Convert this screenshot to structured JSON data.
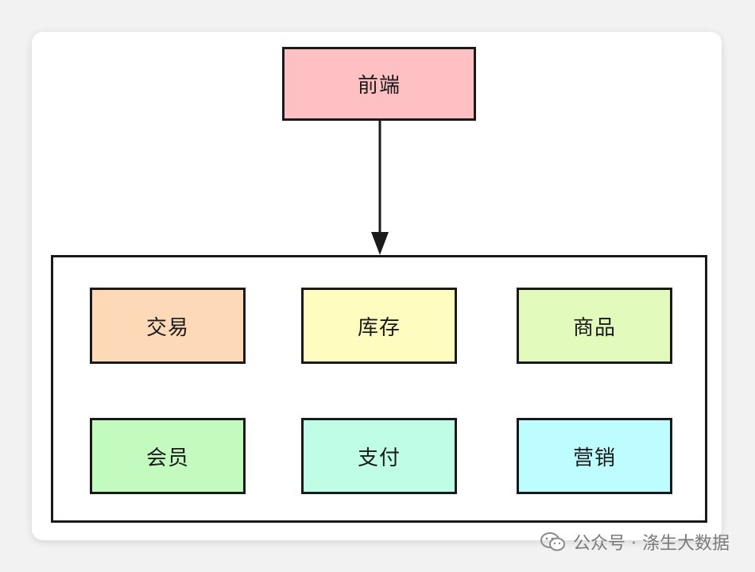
{
  "diagram": {
    "top_node": {
      "label": "前端",
      "color": "#ffc0c4"
    },
    "services": [
      {
        "label": "交易",
        "color": "#fdd9b8"
      },
      {
        "label": "库存",
        "color": "#fffcbf"
      },
      {
        "label": "商品",
        "color": "#e2fbbd"
      },
      {
        "label": "会员",
        "color": "#c2fbbd"
      },
      {
        "label": "支付",
        "color": "#bffde6"
      },
      {
        "label": "营销",
        "color": "#bdfcff"
      }
    ],
    "edge_color": "#1a1a1a"
  },
  "watermark": {
    "text": "公众号 · 涤生大数据",
    "icon": "wechat-icon"
  }
}
